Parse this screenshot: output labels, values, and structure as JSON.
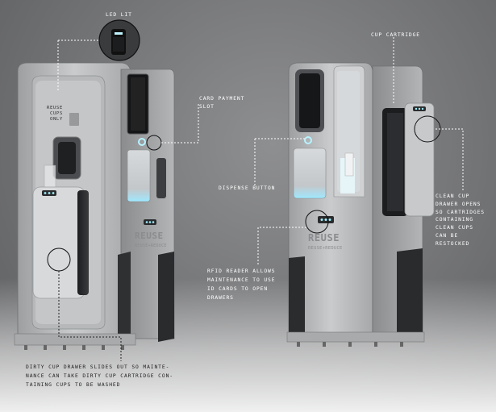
{
  "labels": {
    "led_lit": "LED LIT",
    "card_payment": [
      "CARD PAYMENT",
      "SLOT"
    ],
    "cup_cartridge": "CUP CARTRIDGE",
    "dispense_button": "DISPENSE BUTTON",
    "clean_cup": [
      "CLEAN CUP",
      "DRAWER OPENS",
      "SO CARTRIDGES",
      "CONTAINING",
      "CLEAN CUPS",
      "CAN BE",
      "RESTOCKED"
    ],
    "rfid": [
      "RFID READER ALLOWS",
      "MAINTENANCE TO USE",
      "ID CARDS TO OPEN",
      "DRAWERS"
    ],
    "dirty_cup": [
      "DIRTY CUP DRAWER SLIDES OUT SO MAINTE-",
      "NANCE CAN TAKE DIRTY CUP CARTRIDGE CON-",
      "TAINING CUPS TO BE WASHED"
    ]
  },
  "machine_text": {
    "reuse_cups_only": [
      "REUSE",
      "CUPS",
      "ONLY"
    ],
    "logo_main": "REUSE",
    "logo_sub": "REUSE+REDUCE"
  },
  "colors": {
    "body": "#b9bbbd",
    "panel": "#d2d4d5",
    "dark": "#2c2d2f",
    "glow": "#8fe7ff",
    "callout": "#ffffff"
  }
}
